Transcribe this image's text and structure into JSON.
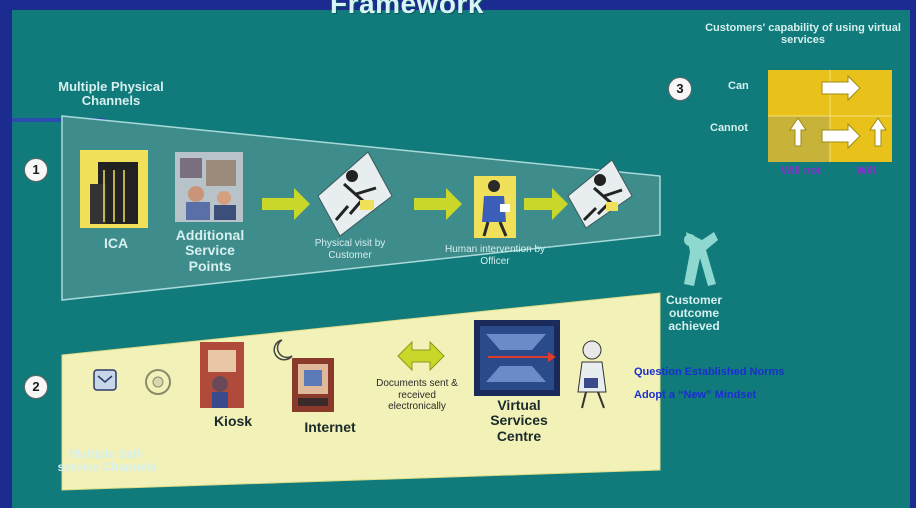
{
  "title": "Framework",
  "physical": {
    "heading": "Multiple Physical Channels",
    "step_number": "1",
    "ica_label": "ICA",
    "service_points_label": "Additional Service Points",
    "visit_label": "Physical visit by Customer",
    "intervention_label": "Human intervention by Officer"
  },
  "self_service": {
    "heading": "Multiple Self-service Channels",
    "step_number": "2",
    "kiosk_label": "Kiosk",
    "internet_label": "Internet",
    "documents_label": "Documents sent & received electronically",
    "virtual_label": "Virtual Services Centre"
  },
  "outcome_label": "Customer outcome achieved",
  "capability": {
    "step_number": "3",
    "heading": "Customers' capability of using virtual services",
    "row_can": "Can",
    "row_cannot": "Cannot",
    "col_will_not": "Will not",
    "col_will": "Will"
  },
  "notes": [
    "Question Established Norms",
    "Adopt a “New” Mindset"
  ],
  "colors": {
    "background": "#117a7a",
    "frame": "#1b2b90",
    "physical_band": "#3f8c8c",
    "self_service_band": "#f2f2b8",
    "matrix": "#e8c21a",
    "arrow": "#c9d62a"
  }
}
